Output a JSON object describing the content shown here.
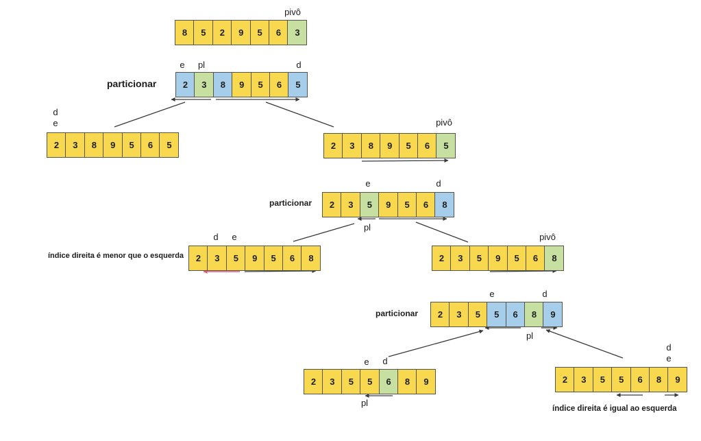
{
  "colors": {
    "cell_yellow": "#F7D84F",
    "cell_green": "#C7E0A2",
    "cell_blue": "#A6CDE9",
    "arrow_black": "#3a3a3a",
    "arrow_red": "#E8596E",
    "cell_border": "#54544a"
  },
  "labels": {
    "pivot": "pivô",
    "partition": "particionar",
    "pl": "pl",
    "e": "e",
    "d": "d",
    "right_less_than_left": "índice direita é menor que o esquerda",
    "right_equal_left": "índice direita é igual ao esquerda"
  },
  "arrays": {
    "a1": {
      "values": [
        8,
        5,
        2,
        9,
        5,
        6,
        3
      ],
      "colors": [
        "y",
        "y",
        "y",
        "y",
        "y",
        "y",
        "g"
      ]
    },
    "a2": {
      "values": [
        2,
        3,
        8,
        9,
        5,
        6,
        5
      ],
      "colors": [
        "b",
        "g",
        "b",
        "y",
        "y",
        "y",
        "b"
      ]
    },
    "a3": {
      "values": [
        2,
        3,
        8,
        9,
        5,
        6,
        5
      ],
      "colors": [
        "y",
        "y",
        "y",
        "y",
        "y",
        "y",
        "y"
      ]
    },
    "a4": {
      "values": [
        2,
        3,
        8,
        9,
        5,
        6,
        5
      ],
      "colors": [
        "y",
        "y",
        "y",
        "y",
        "y",
        "y",
        "g"
      ]
    },
    "a5": {
      "values": [
        2,
        3,
        5,
        9,
        5,
        6,
        8
      ],
      "colors": [
        "y",
        "y",
        "g",
        "y",
        "y",
        "y",
        "b"
      ]
    },
    "a6": {
      "values": [
        2,
        3,
        5,
        9,
        5,
        6,
        8
      ],
      "colors": [
        "y",
        "y",
        "y",
        "y",
        "y",
        "y",
        "y"
      ]
    },
    "a7": {
      "values": [
        2,
        3,
        5,
        9,
        5,
        6,
        8
      ],
      "colors": [
        "y",
        "y",
        "y",
        "y",
        "y",
        "y",
        "g"
      ]
    },
    "a8": {
      "values": [
        2,
        3,
        5,
        5,
        6,
        8,
        9
      ],
      "colors": [
        "y",
        "y",
        "y",
        "b",
        "b",
        "g",
        "b"
      ]
    },
    "a9": {
      "values": [
        2,
        3,
        5,
        5,
        6,
        8,
        9
      ],
      "colors": [
        "y",
        "y",
        "y",
        "y",
        "g",
        "y",
        "y"
      ]
    },
    "a10": {
      "values": [
        2,
        3,
        5,
        5,
        6,
        8,
        9
      ],
      "colors": [
        "y",
        "y",
        "y",
        "y",
        "y",
        "y",
        "y"
      ]
    }
  }
}
